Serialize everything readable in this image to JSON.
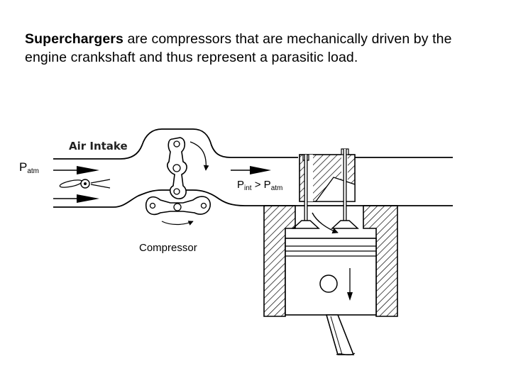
{
  "headline": {
    "bold": "Superchargers",
    "rest": " are compressors that are mechanically driven by the engine  crankshaft and thus represent a parasitic load."
  },
  "labels": {
    "air_intake": "Air Intake",
    "patm_main": "P",
    "patm_sub": "atm",
    "pint_main": "P",
    "pint_sub": "int",
    "pint_op": " > P",
    "pint_sub2": "atm",
    "compressor": "Compressor"
  }
}
